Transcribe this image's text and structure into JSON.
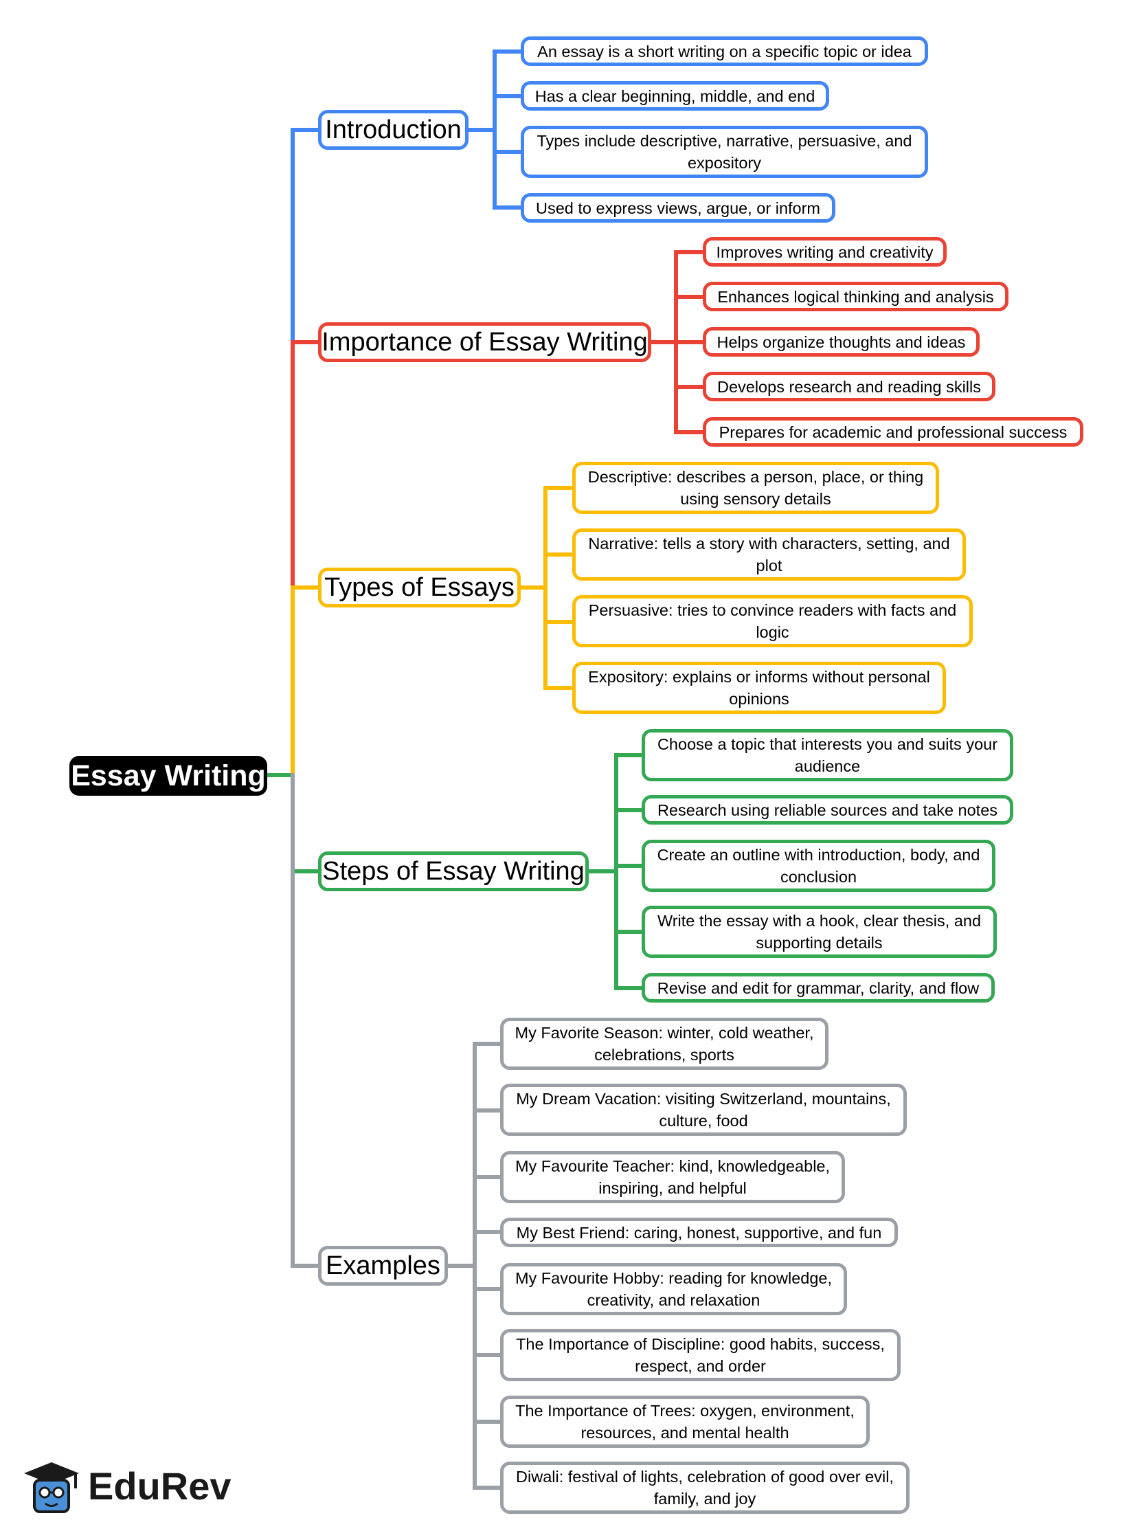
{
  "colors": {
    "introduction": "#4285f4",
    "importance": "#ea4335",
    "types": "#fbbc04",
    "steps": "#34a853",
    "examples": "#9aa0a6",
    "root_bg": "#000000"
  },
  "root": {
    "label": "Essay Writing"
  },
  "branches": [
    {
      "key": "introduction",
      "label": "Introduction",
      "color": "#4285f4",
      "items": [
        "An essay is a short writing on a specific topic or idea",
        "Has a clear beginning, middle, and end",
        "Types include descriptive, narrative, persuasive, and expository",
        "Used to express views, argue, or inform"
      ]
    },
    {
      "key": "importance",
      "label": "Importance of Essay Writing",
      "color": "#ea4335",
      "items": [
        "Improves writing and creativity",
        "Enhances logical thinking and analysis",
        "Helps organize thoughts and ideas",
        "Develops research and reading skills",
        "Prepares for academic and professional success"
      ]
    },
    {
      "key": "types",
      "label": "Types of Essays",
      "color": "#fbbc04",
      "items": [
        "Descriptive: describes a person, place, or thing using sensory details",
        "Narrative: tells a story with characters, setting, and plot",
        "Persuasive: tries to convince readers with facts and logic",
        "Expository: explains or informs without personal opinions"
      ]
    },
    {
      "key": "steps",
      "label": "Steps of Essay Writing",
      "color": "#34a853",
      "items": [
        "Choose a topic that interests you and suits your audience",
        "Research using reliable sources and take notes",
        "Create an outline with introduction, body, and conclusion",
        "Write the essay with a hook, clear thesis, and supporting details",
        "Revise and edit for grammar, clarity, and flow"
      ]
    },
    {
      "key": "examples",
      "label": "Examples",
      "color": "#9aa0a6",
      "items": [
        "My Favorite Season: winter, cold weather, celebrations, sports",
        "My Dream Vacation: visiting Switzerland, mountains, culture, food",
        "My Favourite Teacher: kind, knowledgeable, inspiring, and helpful",
        "My Best Friend: caring, honest, supportive, and fun",
        "My Favourite Hobby: reading for knowledge, creativity, and relaxation",
        "The Importance of Discipline: good habits, success, respect, and order",
        "The Importance of Trees: oxygen, environment, resources, and mental health",
        "Diwali: festival of lights, celebration of good over evil, family, and joy"
      ]
    }
  ],
  "logo": {
    "text": "EduRev",
    "icon": "graduation-cap-student-icon"
  }
}
